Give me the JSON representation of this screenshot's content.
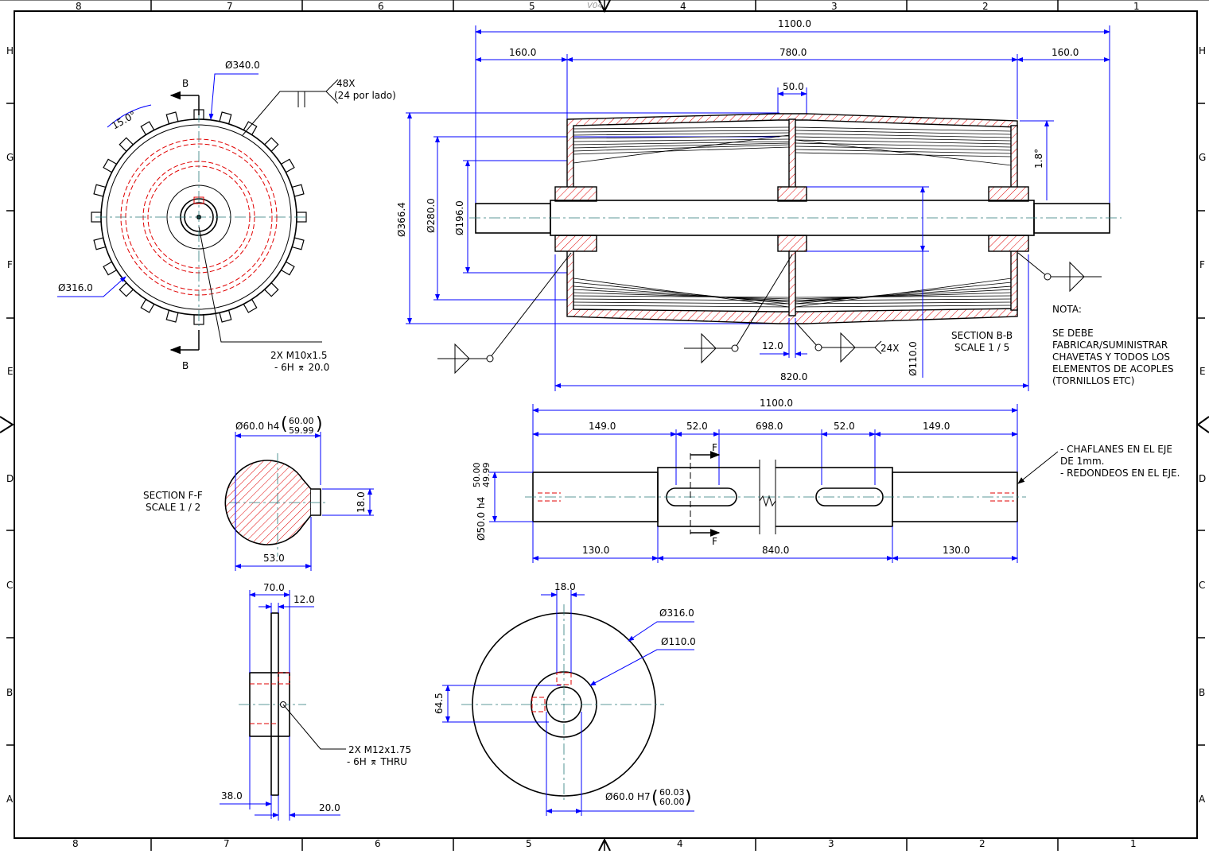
{
  "border": {
    "cols": [
      "8",
      "7",
      "6",
      "5",
      "4",
      "3",
      "2",
      "1"
    ],
    "rows": [
      "H",
      "G",
      "F",
      "E",
      "D",
      "C",
      "B",
      "A"
    ],
    "revision": "V04"
  },
  "sprocket": {
    "dia_outer": "Ø340.0",
    "dia_inner": "Ø316.0",
    "angle": "15.0°",
    "teeth_line1": "48X",
    "teeth_line2": "(24 por lado)",
    "section_letter": "B",
    "thread_line1": "2X M10x1.5",
    "thread_line2": "- 6H ⌆ 20.0"
  },
  "section_bb": {
    "overall": "1100.0",
    "left_ext": "160.0",
    "body": "780.0",
    "right_ext": "160.0",
    "center": "50.0",
    "d1": "Ø366.4",
    "d2": "Ø280.0",
    "d3": "Ø196.0",
    "taper": "1.8°",
    "gap": "12.0",
    "bottom": "820.0",
    "shaft_d": "Ø110.0",
    "weld_count": "24X",
    "title": "SECTION B-B",
    "scale": "SCALE 1 / 5"
  },
  "note": {
    "heading": "NOTA:",
    "lines": [
      "SE DEBE",
      "FABRICAR/SUMINISTRAR",
      "CHAVETAS Y TODOS LOS",
      "ELEMENTOS DE ACOPLES",
      "(TORNILLOS ETC)"
    ]
  },
  "section_ff": {
    "dia": "Ø60.0 h4",
    "tol_up": "60.00",
    "tol_low": "59.99",
    "key": "18.0",
    "width": "53.0",
    "title": "SECTION F-F",
    "scale": "SCALE 1 / 2"
  },
  "shaft": {
    "overall": "1100.0",
    "a": "149.0",
    "b": "52.0",
    "c": "698.0",
    "d": "52.0",
    "e": "149.0",
    "dia": "Ø50.0 h4",
    "tol_up": "50.00",
    "tol_low": "49.99",
    "left": "130.0",
    "mid": "840.0",
    "right": "130.0",
    "section_letter": "F",
    "note1": "- CHAFLANES EN EL EJE",
    "note1b": "DE 1mm.",
    "note2": "- REDONDEOS EN EL EJE."
  },
  "hub_side": {
    "w70": "70.0",
    "w12": "12.0",
    "w38": "38.0",
    "w20": "20.0",
    "thread_line1": "2X M12x1.75",
    "thread_line2": "- 6H ⌆ THRU"
  },
  "disc": {
    "key": "18.0",
    "dia_outer": "Ø316.0",
    "dia_hub": "Ø110.0",
    "h": "64.5",
    "bore": "Ø60.0 H7",
    "tol_up": "60.03",
    "tol_low": "60.00"
  }
}
